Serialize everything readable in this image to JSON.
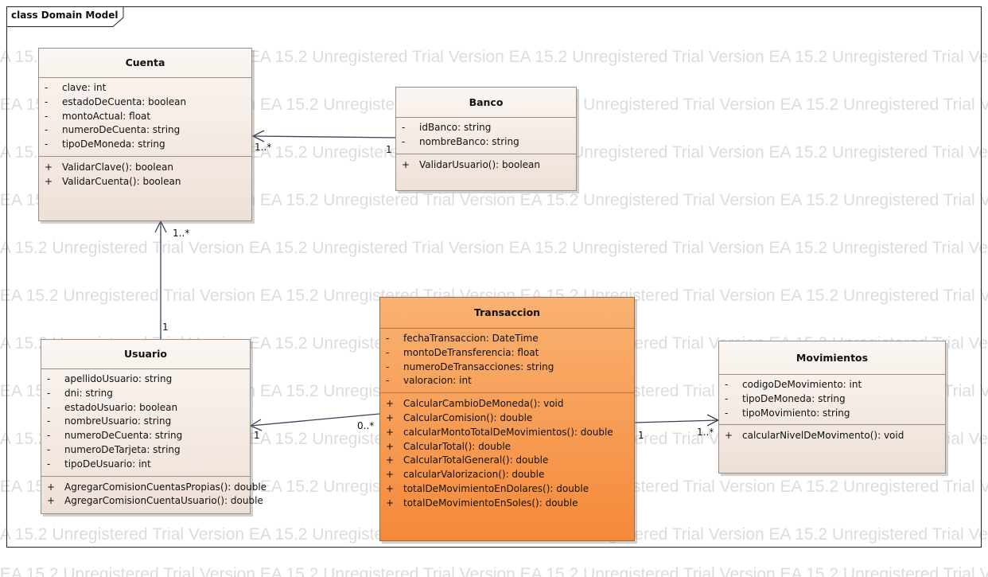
{
  "frame": {
    "label": "class Domain Model"
  },
  "watermark": {
    "text": "EA 15.2 Unregistered Trial Version",
    "lines": [
      "A 15.2 Unregistered Trial Version EA 15.2 Unregistered Trial Version EA 15.2 Unregistered Trial Version EA 15.2 Unregistered Trial Version EA 15.2",
      "EA 15.2 Unregistered Trial Version EA 15.2 Unregistered Trial Version EA 15.2 Unregistered Trial Version EA 15.2 Unregistered Trial Version EA 15.2"
    ]
  },
  "colors": {
    "class_fill": "#f3e8e0",
    "highlight_fill": "#f7963f",
    "line": "#3a3f5a"
  },
  "classes": {
    "cuenta": {
      "name": "Cuenta",
      "attributes": [
        {
          "vis": "-",
          "text": "clave: int"
        },
        {
          "vis": "-",
          "text": "estadoDeCuenta: boolean"
        },
        {
          "vis": "-",
          "text": "montoActual: float"
        },
        {
          "vis": "-",
          "text": "numeroDeCuenta: string"
        },
        {
          "vis": "-",
          "text": "tipoDeMoneda: string"
        }
      ],
      "operations": [
        {
          "vis": "+",
          "text": "ValidarClave(): boolean"
        },
        {
          "vis": "+",
          "text": "ValidarCuenta(): boolean"
        }
      ]
    },
    "banco": {
      "name": "Banco",
      "attributes": [
        {
          "vis": "-",
          "text": "idBanco: string"
        },
        {
          "vis": "-",
          "text": "nombreBanco: string"
        }
      ],
      "operations": [
        {
          "vis": "+",
          "text": "ValidarUsuario(): boolean"
        }
      ]
    },
    "usuario": {
      "name": "Usuario",
      "attributes": [
        {
          "vis": "-",
          "text": "apellidoUsuario: string"
        },
        {
          "vis": "-",
          "text": "dni: string"
        },
        {
          "vis": "-",
          "text": "estadoUsuario: boolean"
        },
        {
          "vis": "-",
          "text": "nombreUsuario: string"
        },
        {
          "vis": "-",
          "text": "numeroDeCuenta: string"
        },
        {
          "vis": "-",
          "text": "numeroDeTarjeta: string"
        },
        {
          "vis": "-",
          "text": "tipoDeUsuario: int"
        }
      ],
      "operations": [
        {
          "vis": "+",
          "text": "AgregarComisionCuentasPropias(): double"
        },
        {
          "vis": "+",
          "text": "AgregarComisionCuentaUsuario(): double"
        }
      ]
    },
    "transaccion": {
      "name": "Transaccion",
      "attributes": [
        {
          "vis": "-",
          "text": "fechaTransaccion: DateTime"
        },
        {
          "vis": "-",
          "text": "montoDeTransferencia: float"
        },
        {
          "vis": "-",
          "text": "numeroDeTransacciones: string"
        },
        {
          "vis": "-",
          "text": "valoracion: int"
        }
      ],
      "operations": [
        {
          "vis": "+",
          "text": "CalcularCambioDeMoneda(): void"
        },
        {
          "vis": "+",
          "text": "CalcularComision(): double"
        },
        {
          "vis": "+",
          "text": "calcularMontoTotalDeMovimientos(): double"
        },
        {
          "vis": "+",
          "text": "CalcularTotal(): double"
        },
        {
          "vis": "+",
          "text": "CalcularTotalGeneral(): double"
        },
        {
          "vis": "+",
          "text": "calcularValorizacion(): double"
        },
        {
          "vis": "+",
          "text": "totalDeMovimientoEnDolares(): double"
        },
        {
          "vis": "+",
          "text": "totalDeMovimientoEnSoles(): double"
        }
      ]
    },
    "movimientos": {
      "name": "Movimientos",
      "attributes": [
        {
          "vis": "-",
          "text": "codigoDeMovimiento: int"
        },
        {
          "vis": "-",
          "text": "tipoDeMoneda: string"
        },
        {
          "vis": "-",
          "text": "tipoMovimiento: string"
        }
      ],
      "operations": [
        {
          "vis": "+",
          "text": "calcularNivelDeMovimento(): void"
        }
      ]
    }
  },
  "associations": {
    "banco_cuenta": {
      "source": "1",
      "target": "1..*"
    },
    "usuario_cuenta": {
      "source": "1",
      "target": "1..*"
    },
    "transaccion_usuario": {
      "source": "0..*",
      "target": "1"
    },
    "transaccion_movimientos": {
      "source": "1",
      "target": "1..*"
    }
  }
}
